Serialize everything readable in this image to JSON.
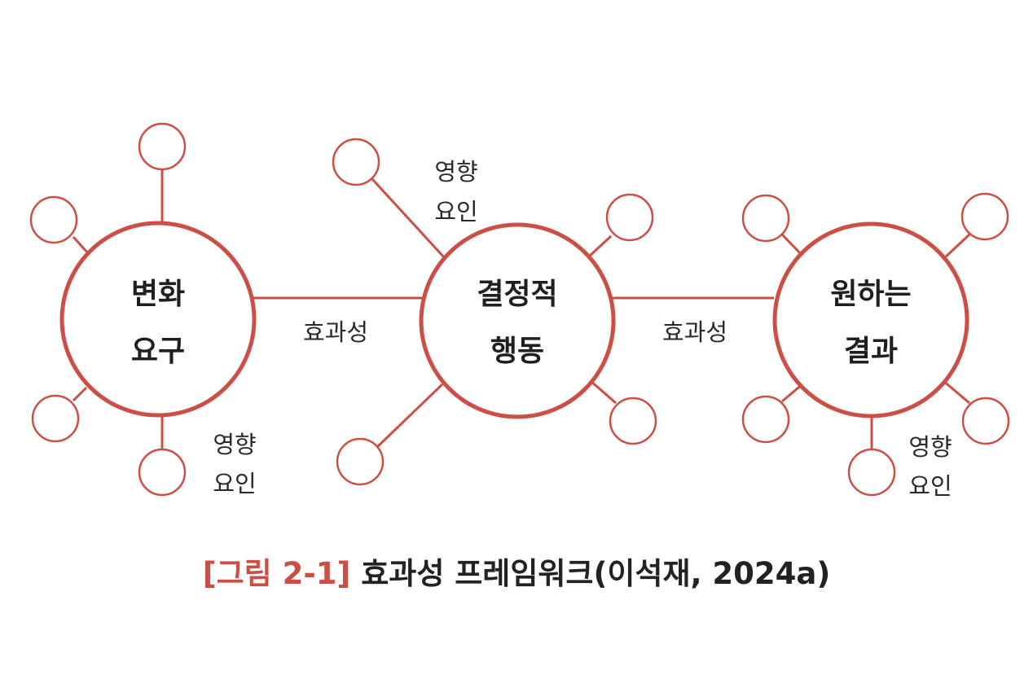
{
  "colors": {
    "accent": "#cc4f45",
    "text": "#222222"
  },
  "hubs": [
    {
      "line1": "변화",
      "line2": "요구"
    },
    {
      "line1": "결정적",
      "line2": "행동"
    },
    {
      "line1": "원하는",
      "line2": "결과"
    }
  ],
  "links": [
    {
      "label": "효과성"
    },
    {
      "label": "효과성"
    }
  ],
  "influence_labels": [
    {
      "line1": "영향",
      "line2": "요인"
    },
    {
      "line1": "영향",
      "line2": "요인"
    },
    {
      "line1": "영향",
      "line2": "요인"
    }
  ],
  "caption": {
    "tag": "[그림 2-1]",
    "text": "효과성 프레임워크(이석재, 2024a)"
  }
}
